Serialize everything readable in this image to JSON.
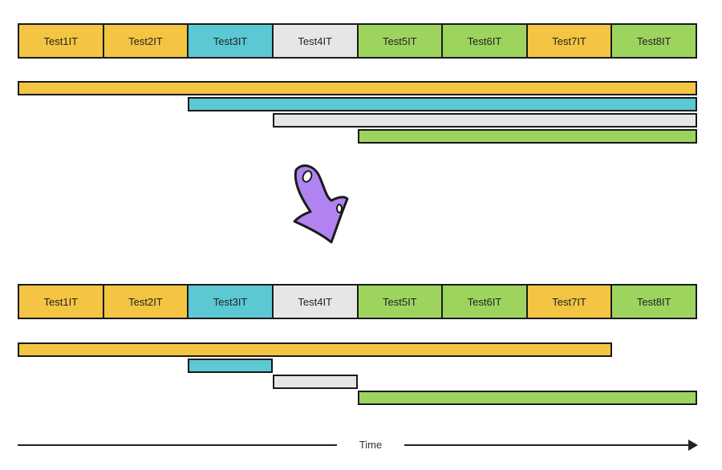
{
  "colors": {
    "yellow": "#f4c542",
    "cyan": "#5bc8d3",
    "grey": "#e6e6e6",
    "green": "#9dd45e",
    "arrow": "#b183f0"
  },
  "top": {
    "tests": [
      {
        "label": "Test1IT",
        "color": "#f4c542"
      },
      {
        "label": "Test2IT",
        "color": "#f4c542"
      },
      {
        "label": "Test3IT",
        "color": "#5bc8d3"
      },
      {
        "label": "Test4IT",
        "color": "#e6e6e6"
      },
      {
        "label": "Test5IT",
        "color": "#9dd45e"
      },
      {
        "label": "Test6IT",
        "color": "#9dd45e"
      },
      {
        "label": "Test7IT",
        "color": "#f4c542"
      },
      {
        "label": "Test8IT",
        "color": "#9dd45e"
      }
    ],
    "spans": [
      {
        "start": 0,
        "end": 8,
        "color": "#f4c542"
      },
      {
        "start": 2,
        "end": 8,
        "color": "#5bc8d3"
      },
      {
        "start": 3,
        "end": 8,
        "color": "#e6e6e6"
      },
      {
        "start": 4,
        "end": 8,
        "color": "#9dd45e"
      }
    ]
  },
  "bottom": {
    "tests": [
      {
        "label": "Test1IT",
        "color": "#f4c542"
      },
      {
        "label": "Test2IT",
        "color": "#f4c542"
      },
      {
        "label": "Test3IT",
        "color": "#5bc8d3"
      },
      {
        "label": "Test4IT",
        "color": "#e6e6e6"
      },
      {
        "label": "Test5IT",
        "color": "#9dd45e"
      },
      {
        "label": "Test6IT",
        "color": "#9dd45e"
      },
      {
        "label": "Test7IT",
        "color": "#f4c542"
      },
      {
        "label": "Test8IT",
        "color": "#9dd45e"
      }
    ],
    "spans": [
      {
        "start": 0,
        "end": 7,
        "color": "#f4c542"
      },
      {
        "start": 2,
        "end": 3,
        "color": "#5bc8d3"
      },
      {
        "start": 3,
        "end": 4,
        "color": "#e6e6e6"
      },
      {
        "start": 4,
        "end": 8,
        "color": "#9dd45e"
      }
    ]
  },
  "axis": {
    "label": "Time"
  },
  "transition_icon": "down-arrow-icon"
}
